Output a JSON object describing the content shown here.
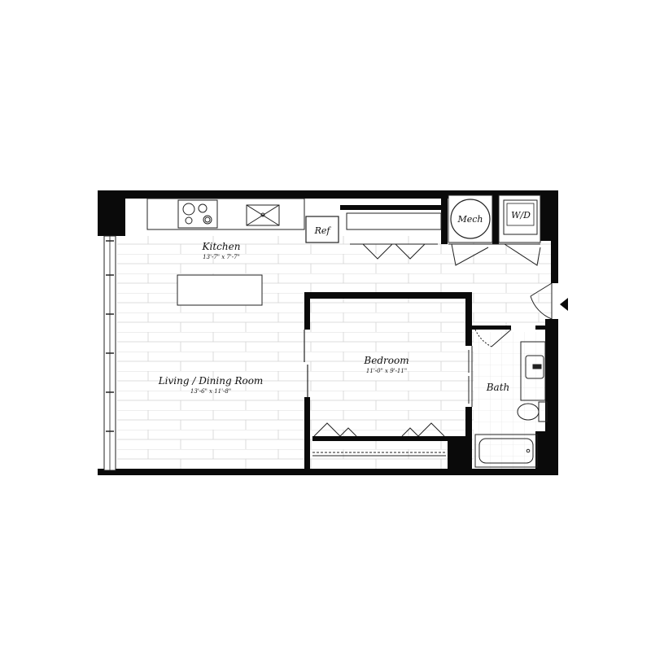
{
  "colors": {
    "wall": "#0a0a0a",
    "floor_line": "#cfcfcf",
    "fixture_line": "#222222",
    "background": "#ffffff"
  },
  "rooms": {
    "kitchen": {
      "name": "Kitchen",
      "dims": "13'-7\" x 7'-7\""
    },
    "living": {
      "name": "Living / Dining Room",
      "dims": "13'-6\" x 11'-8\""
    },
    "bedroom": {
      "name": "Bedroom",
      "dims": "11'-0\" x 9'-11\""
    },
    "bath": {
      "name": "Bath"
    }
  },
  "fixtures": {
    "ref": "Ref",
    "mech": "Mech",
    "wd": "W/D"
  },
  "icons": {
    "entry": "entry-arrow-icon"
  }
}
